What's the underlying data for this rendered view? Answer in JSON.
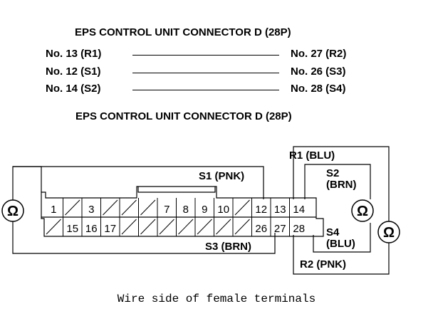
{
  "header_title": "EPS CONTROL UNIT CONNECTOR D (28P)",
  "pairs": [
    {
      "left": "No. 13 (R1)",
      "right": "No. 27 (R2)"
    },
    {
      "left": "No. 12 (S1)",
      "right": "No. 26 (S3)"
    },
    {
      "left": "No. 14 (S2)",
      "right": "No. 28 (S4)"
    }
  ],
  "diagram_title": "EPS CONTROL UNIT CONNECTOR D (28P)",
  "wire_labels": {
    "s1": "S1 (PNK)",
    "s3": "S3 (BRN)",
    "r1": "R1 (BLU)",
    "r2": "R2 (PNK)",
    "s2_line1": "S2",
    "s2_line2": "(BRN)",
    "s4_line1": "S4",
    "s4_line2": "(BLU)"
  },
  "ohmmeter_symbol": "Ω",
  "top_row_terminals": [
    "1",
    "",
    "3",
    "",
    "",
    "",
    "7",
    "8",
    "9",
    "10",
    "",
    "12",
    "13",
    "14"
  ],
  "bottom_row_terminals": [
    "",
    "15",
    "16",
    "17",
    "",
    "",
    "",
    "",
    "",
    "",
    "",
    "26",
    "27",
    "28"
  ],
  "caption": "Wire side of female terminals"
}
